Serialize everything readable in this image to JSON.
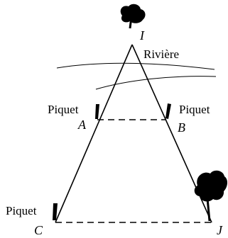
{
  "points": {
    "I": "I",
    "A": "A",
    "B": "B",
    "C": "C",
    "J": "J"
  },
  "labels": {
    "river": "Rivière",
    "stake_left_top": "Piquet",
    "stake_right_top": "Piquet",
    "stake_bottom": "Piquet"
  },
  "colors": {
    "ink": "#000000",
    "background": "#ffffff"
  }
}
